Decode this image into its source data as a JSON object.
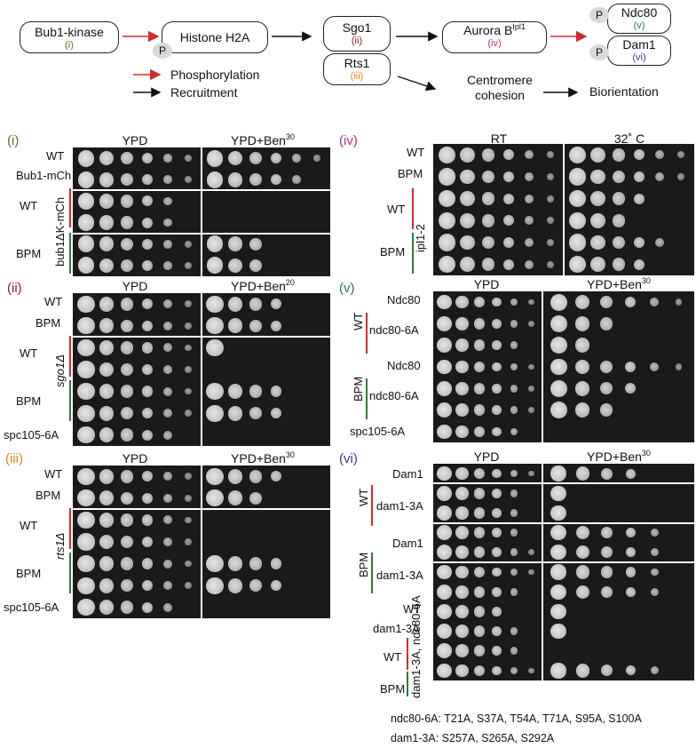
{
  "colors": {
    "red": "#d62a2a",
    "black": "#111111",
    "olive": "#6b6b2a",
    "darkred": "#8b1a1a",
    "orange": "#e0821a",
    "magenta": "#b0308a",
    "green": "#2f7a3a",
    "blue": "#3a3a8a",
    "gray": "#d9d9d9"
  },
  "pathway": {
    "bub1": {
      "label": "Bub1-kinase",
      "roman": "(i)"
    },
    "h2a": {
      "label": "Histone H2A"
    },
    "sgo1": {
      "label": "Sgo1",
      "roman": "(ii)"
    },
    "rts1": {
      "label": "Rts1",
      "roman": "(iii)"
    },
    "aurora": {
      "label": "Aurora B",
      "sup": "Ipl1",
      "roman": "(iv)"
    },
    "ndc80": {
      "label": "Ndc80",
      "roman": "(v)"
    },
    "dam1": {
      "label": "Dam1",
      "roman": "(vi)"
    },
    "p": "P",
    "cohesion": "Centromere cohesion",
    "biorientation": "Biorientation",
    "legend_phos": "Phosphorylation",
    "legend_recruit": "Recruitment"
  },
  "panels": {
    "i": {
      "roman": "(i)",
      "col1": "YPD",
      "col2": "YPD+Ben",
      "col2_sup": "30",
      "rows": [
        "WT",
        "Bub1-mCh",
        "WT",
        "",
        "BPM",
        ""
      ],
      "group": "bub1ΔK-mCh"
    },
    "ii": {
      "roman": "(ii)",
      "col1": "YPD",
      "col2": "YPD+Ben",
      "col2_sup": "20",
      "rows": [
        "WT",
        "BPM",
        "WT",
        "",
        "BPM",
        "",
        "spc105-6A"
      ],
      "group": "sgo1Δ"
    },
    "iii": {
      "roman": "(iii)",
      "col1": "YPD",
      "col2": "YPD+Ben",
      "col2_sup": "30",
      "rows": [
        "WT",
        "BPM",
        "WT",
        "",
        "BPM",
        "",
        "spc105-6A"
      ],
      "group": "rts1Δ"
    },
    "iv": {
      "roman": "(iv)",
      "col1": "RT",
      "col2": "32˚ C",
      "rows": [
        "WT",
        "BPM",
        "WT",
        "",
        "BPM",
        ""
      ],
      "group": "ipl1-2"
    },
    "v": {
      "roman": "(v)",
      "col1": "YPD",
      "col2": "YPD+Ben",
      "col2_sup": "30",
      "rows": [
        "Ndc80",
        "ndc80-6A",
        "",
        "Ndc80",
        "ndc80-6A",
        "",
        "spc105-6A"
      ],
      "g1": "WT",
      "g2": "BPM"
    },
    "vi": {
      "roman": "(vi)",
      "col1": "YPD",
      "col2": "YPD+Ben",
      "col2_sup": "30",
      "rows": [
        "Dam1",
        "dam1-3A",
        "",
        "Dam1",
        "dam1-3A",
        "",
        "WT",
        "dam1-3A",
        "WT",
        "",
        "BPM"
      ],
      "g1": "WT",
      "g2": "BPM",
      "group": "dam1-3A, ndc80-6A"
    }
  },
  "notes": {
    "ndc80": "ndc80-6A: T21A, S37A, T54A, T71A, S95A, S100A",
    "dam1": "dam1-3A: S257A, S265A, S292A"
  }
}
